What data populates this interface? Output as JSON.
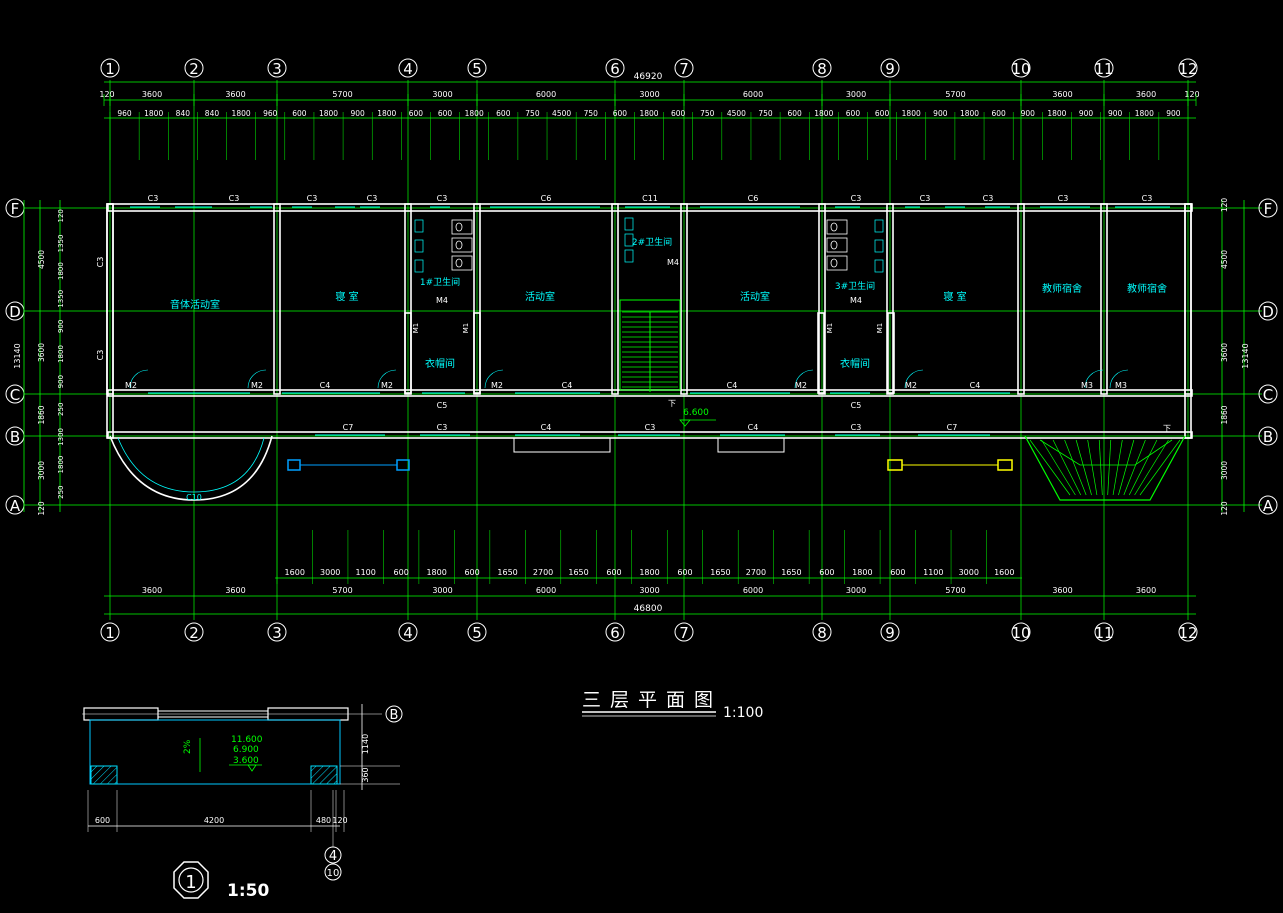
{
  "colors": {
    "background": "#000000",
    "wall": "#ffffff",
    "grid": "#00ff00",
    "dim": "#ffffff",
    "room": "#00ffff",
    "stair": "#00ff00",
    "hatch": "#00e0ff",
    "yellow": "#ffff00"
  },
  "axis_labels": [
    "1",
    "2",
    "3",
    "4",
    "5",
    "6",
    "7",
    "8",
    "9",
    "10",
    "11",
    "12"
  ],
  "row_labels": [
    "F",
    "D",
    "C",
    "B",
    "A"
  ],
  "dims": {
    "total_top": "46920",
    "total_bottom": "46800",
    "top_row1": [
      "120",
      "3600",
      "3600",
      "5700",
      "3000",
      "6000",
      "3000",
      "6000",
      "3000",
      "5700",
      "3600",
      "3600",
      "120"
    ],
    "top_row2": [
      "960",
      "1800",
      "840",
      "840",
      "1800",
      "960",
      "600",
      "1800",
      "900",
      "1800",
      "600",
      "600",
      "1800",
      "600",
      "750",
      "4500",
      "750",
      "600",
      "1800",
      "600",
      "750",
      "4500",
      "750",
      "600",
      "1800",
      "600",
      "600",
      "1800",
      "900",
      "1800",
      "600",
      "900",
      "1800",
      "900",
      "900",
      "1800",
      "900"
    ],
    "bottom_row1": [
      "1600",
      "3000",
      "1100",
      "600",
      "1800",
      "600",
      "1650",
      "2700",
      "1650",
      "600",
      "1800",
      "600",
      "1650",
      "2700",
      "1650",
      "600",
      "1800",
      "600",
      "1100",
      "3000",
      "1600"
    ],
    "bottom_row2": [
      "3600",
      "3600",
      "5700",
      "3000",
      "6000",
      "3000",
      "6000",
      "3000",
      "5700",
      "3600",
      "3600"
    ],
    "left_row1": [
      "4500",
      "3600",
      "1860",
      "3000",
      "120"
    ],
    "left_row2": [
      "120",
      "1350",
      "1800",
      "1350",
      "900",
      "1800",
      "900",
      "250",
      "1300",
      "1800",
      "250"
    ],
    "left_total": "13140",
    "right_row1": [
      "120",
      "4500",
      "3600",
      "1860",
      "3000",
      "120"
    ],
    "right_total": "13140"
  },
  "rooms": {
    "music": "音体活动室",
    "sleep1": "寝 室",
    "wc1": "1#卫生间",
    "activity1": "活动室",
    "wc2": "2#卫生间",
    "activity2": "活动室",
    "wc3": "3#卫生间",
    "sleep2": "寝 室",
    "teacher1": "教师宿舍",
    "teacher2": "教师宿舍",
    "coat1": "衣帽间",
    "coat2": "衣帽间"
  },
  "tags": {
    "c3": "C3",
    "c4": "C4",
    "c5": "C5",
    "c6": "C6",
    "c7": "C7",
    "c10": "C10",
    "c11": "C11",
    "m1": "M1",
    "m2": "M2",
    "m3": "M3",
    "m4": "M4",
    "elev": "6.600",
    "down": "下"
  },
  "title": {
    "main": "三层平面图",
    "scale": "1:100"
  },
  "detail": {
    "elev1": "11.600",
    "elev2": "6.900",
    "elev3": "3.600",
    "slope": "2%",
    "dims_bottom": [
      "600",
      "4200",
      "480",
      "120"
    ],
    "dims_right": [
      "1140",
      "360"
    ],
    "axis_b": "B",
    "axis_4": "4",
    "axis_10": "10",
    "marker": "1",
    "scale": "1:50"
  }
}
